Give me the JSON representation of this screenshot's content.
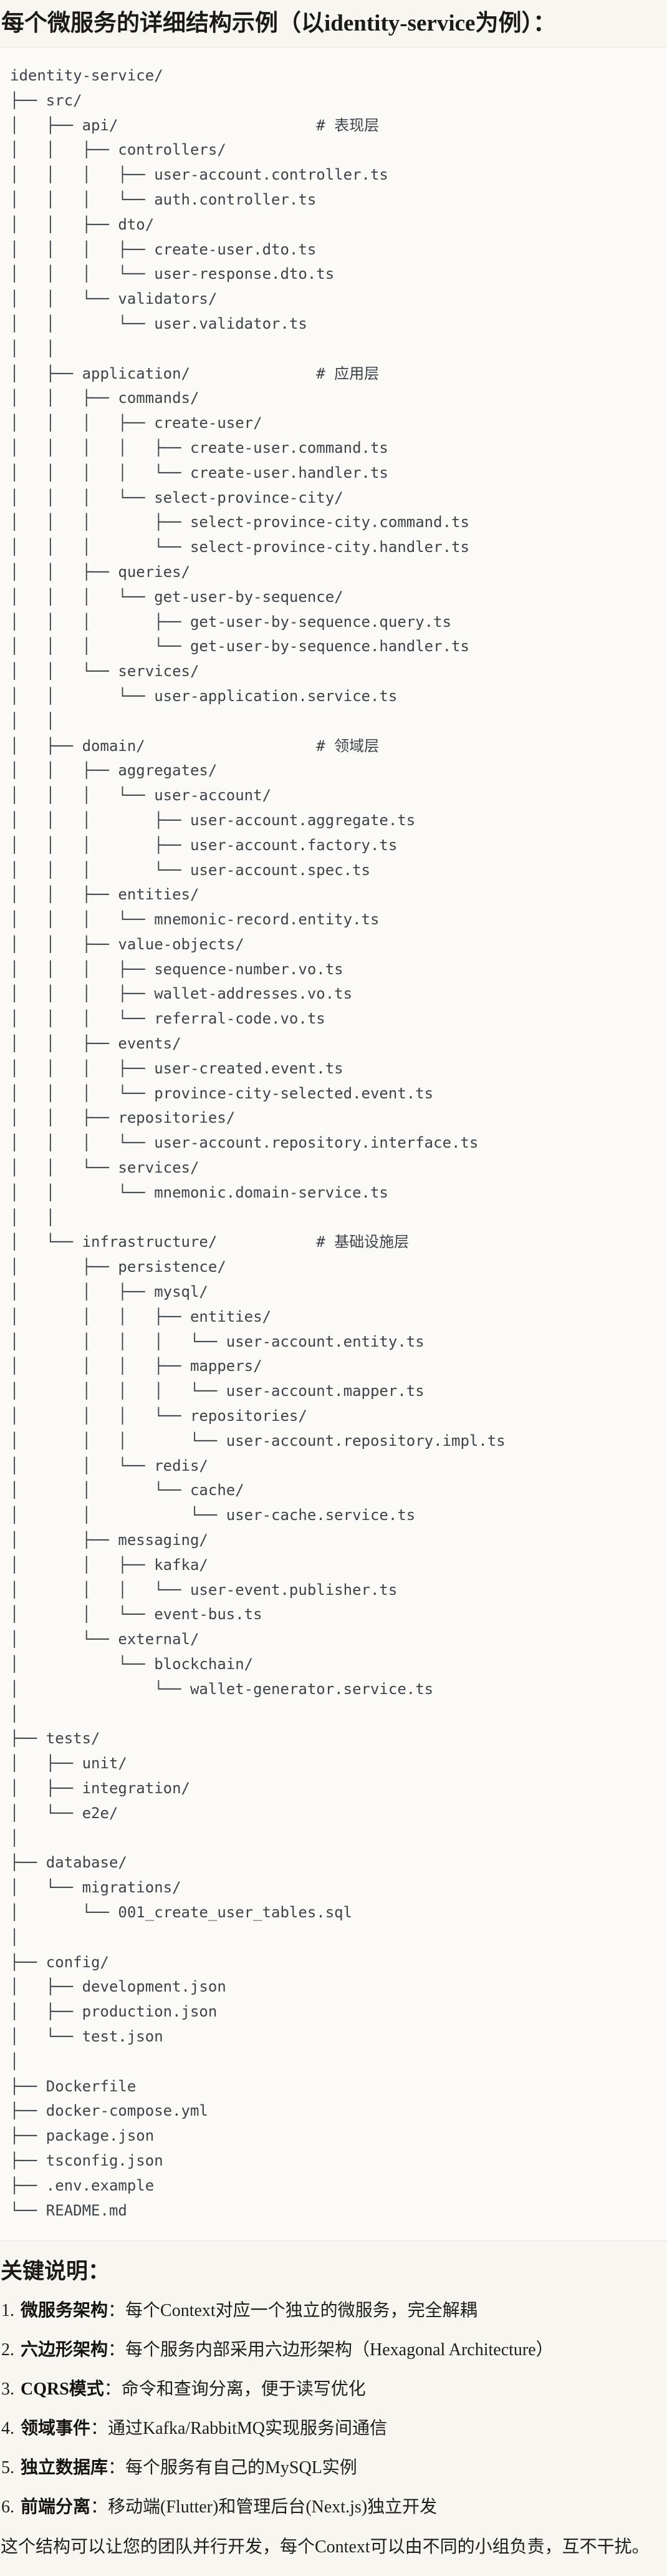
{
  "title": "每个微服务的详细结构示例（以identity-service为例）：",
  "code_block": {
    "language": "plaintext",
    "tree_lines": [
      "identity-service/",
      "├── src/",
      "│   ├── api/                      # 表现层",
      "│   │   ├── controllers/",
      "│   │   │   ├── user-account.controller.ts",
      "│   │   │   └── auth.controller.ts",
      "│   │   ├── dto/",
      "│   │   │   ├── create-user.dto.ts",
      "│   │   │   └── user-response.dto.ts",
      "│   │   └── validators/",
      "│   │       └── user.validator.ts",
      "│   │",
      "│   ├── application/              # 应用层",
      "│   │   ├── commands/",
      "│   │   │   ├── create-user/",
      "│   │   │   │   ├── create-user.command.ts",
      "│   │   │   │   └── create-user.handler.ts",
      "│   │   │   └── select-province-city/",
      "│   │   │       ├── select-province-city.command.ts",
      "│   │   │       └── select-province-city.handler.ts",
      "│   │   ├── queries/",
      "│   │   │   └── get-user-by-sequence/",
      "│   │   │       ├── get-user-by-sequence.query.ts",
      "│   │   │       └── get-user-by-sequence.handler.ts",
      "│   │   └── services/",
      "│   │       └── user-application.service.ts",
      "│   │",
      "│   ├── domain/                   # 领域层",
      "│   │   ├── aggregates/",
      "│   │   │   └── user-account/",
      "│   │   │       ├── user-account.aggregate.ts",
      "│   │   │       ├── user-account.factory.ts",
      "│   │   │       └── user-account.spec.ts",
      "│   │   ├── entities/",
      "│   │   │   └── mnemonic-record.entity.ts",
      "│   │   ├── value-objects/",
      "│   │   │   ├── sequence-number.vo.ts",
      "│   │   │   ├── wallet-addresses.vo.ts",
      "│   │   │   └── referral-code.vo.ts",
      "│   │   ├── events/",
      "│   │   │   ├── user-created.event.ts",
      "│   │   │   └── province-city-selected.event.ts",
      "│   │   ├── repositories/",
      "│   │   │   └── user-account.repository.interface.ts",
      "│   │   └── services/",
      "│   │       └── mnemonic.domain-service.ts",
      "│   │",
      "│   └── infrastructure/           # 基础设施层",
      "│       ├── persistence/",
      "│       │   ├── mysql/",
      "│       │   │   ├── entities/",
      "│       │   │   │   └── user-account.entity.ts",
      "│       │   │   ├── mappers/",
      "│       │   │   │   └── user-account.mapper.ts",
      "│       │   │   └── repositories/",
      "│       │   │       └── user-account.repository.impl.ts",
      "│       │   └── redis/",
      "│       │       └── cache/",
      "│       │           └── user-cache.service.ts",
      "│       ├── messaging/",
      "│       │   ├── kafka/",
      "│       │   │   └── user-event.publisher.ts",
      "│       │   └── event-bus.ts",
      "│       └── external/",
      "│           └── blockchain/",
      "│               └── wallet-generator.service.ts",
      "│",
      "├── tests/",
      "│   ├── unit/",
      "│   ├── integration/",
      "│   └── e2e/",
      "│",
      "├── database/",
      "│   └── migrations/",
      "│       └── 001_create_user_tables.sql",
      "│",
      "├── config/",
      "│   ├── development.json",
      "│   ├── production.json",
      "│   └── test.json",
      "│",
      "├── Dockerfile",
      "├── docker-compose.yml",
      "├── package.json",
      "├── tsconfig.json",
      "├── .env.example",
      "└── README.md"
    ]
  },
  "notes": {
    "heading": "关键说明：",
    "items": [
      {
        "num": "1.",
        "term": "微服务架构",
        "desc": "：每个Context对应一个独立的微服务，完全解耦"
      },
      {
        "num": "2.",
        "term": "六边形架构",
        "desc": "：每个服务内部采用六边形架构（Hexagonal Architecture）"
      },
      {
        "num": "3.",
        "term": "CQRS模式",
        "desc": "：命令和查询分离，便于读写优化"
      },
      {
        "num": "4.",
        "term": "领域事件",
        "desc": "：通过Kafka/RabbitMQ实现服务间通信"
      },
      {
        "num": "5.",
        "term": "独立数据库",
        "desc": "：每个服务有自己的MySQL实例"
      },
      {
        "num": "6.",
        "term": "前端分离",
        "desc": "：移动端(Flutter)和管理后台(Next.js)独立开发"
      }
    ]
  },
  "closing": "这个结构可以让您的团队并行开发，每个Context可以由不同的小组负责，互不干扰。",
  "colors": {
    "page_bg": "#F7F6F1",
    "code_bg": "#FBFAF7",
    "code_border": "#E5E3DC",
    "code_text": "#3D434B",
    "text": "#1F1E1A"
  }
}
